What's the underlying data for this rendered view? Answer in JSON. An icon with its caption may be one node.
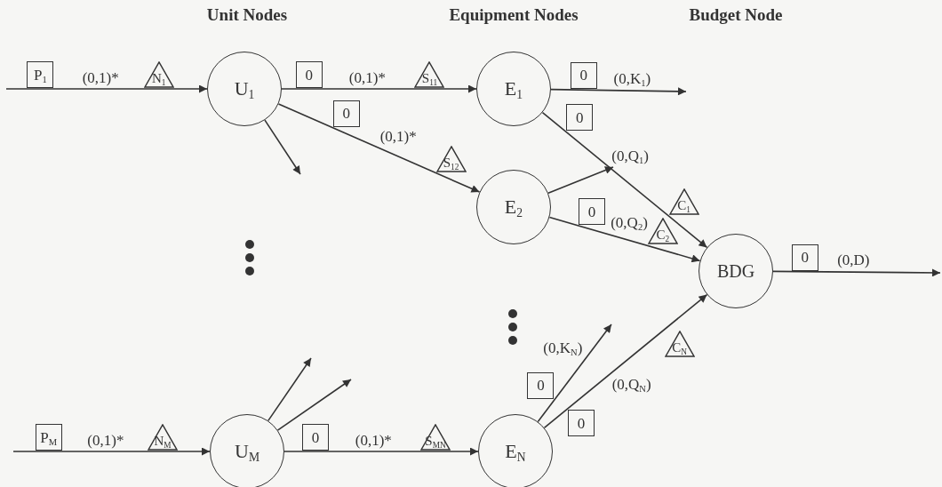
{
  "diagram": {
    "nodes": [
      {
        "text": [
          "U$_{1}$"
        ]
      },
      {
        "text": [
          "E$_{1}$"
        ]
      },
      {
        "text": [
          "E$_{2}$"
        ]
      },
      {
        "text": [
          "BDG"
        ]
      },
      {
        "text": [
          "U$_{M}$"
        ]
      },
      {
        "text": [
          "E$_{N}$"
        ]
      },
      {
        "text": [
          "P$_{1}$"
        ]
      },
      {
        "text": [
          "N$_{1}$"
        ]
      },
      {
        "text": [
          "0"
        ]
      },
      {
        "text": [
          "S$_{11}$"
        ]
      },
      {
        "text": [
          "0"
        ]
      },
      {
        "text": [
          "S$_{12}$"
        ]
      },
      {
        "text": [
          "0"
        ]
      },
      {
        "text": [
          "0"
        ]
      },
      {
        "text": [
          "C$_{1}$"
        ]
      },
      {
        "text": [
          "0"
        ]
      },
      {
        "text": [
          "C$_{2}$"
        ]
      },
      {
        "text": [
          "0"
        ]
      },
      {
        "text": [
          "P$_{M}$"
        ]
      },
      {
        "text": [
          "N$_{M}$"
        ]
      },
      {
        "text": [
          "0"
        ]
      },
      {
        "text": [
          "S$_{MN}$"
        ]
      },
      {
        "text": [
          "0"
        ]
      },
      {
        "text": [
          "0"
        ]
      },
      {
        "text": [
          "C$_{N}$"
        ]
      }
    ],
    "edges": [
      {
        "from": null,
        "to": 0,
        "arrow": "to",
        "label": "(0,1)*"
      },
      {
        "from": 0,
        "to": 1,
        "arrow": "to",
        "label": "(0,1)*"
      },
      {
        "from": 0,
        "to": 2,
        "arrow": "to",
        "label": "(0,1)*"
      },
      {
        "from": 0,
        "to": null,
        "arrow": "to"
      },
      {
        "from": 1,
        "to": null,
        "arrow": "to",
        "label": "(0,K$_{1}$)"
      },
      {
        "from": 1,
        "to": 3,
        "arrow": "to",
        "label": "(0,Q$_{1}$)"
      },
      {
        "from": 2,
        "to": null,
        "arrow": "to"
      },
      {
        "from": 2,
        "to": 3,
        "arrow": "to",
        "label": "(0,Q$_{2}$)"
      },
      {
        "from": 3,
        "to": null,
        "arrow": "to",
        "label": "(0,D)"
      },
      {
        "from": null,
        "to": 4,
        "arrow": "to",
        "label": "(0,1)*"
      },
      {
        "from": 4,
        "to": null,
        "arrow": "to"
      },
      {
        "from": 4,
        "to": null,
        "arrow": "to"
      },
      {
        "from": 4,
        "to": 5,
        "arrow": "to",
        "label": "(0,1)*"
      },
      {
        "from": 5,
        "to": null,
        "arrow": "to",
        "label": "(0,K$_{N}$)"
      },
      {
        "from": 5,
        "to": 3,
        "arrow": "to",
        "label": "(0,Q$_{N}$)"
      }
    ],
    "labels": [
      "Unit Nodes",
      "Equipment Nodes",
      "Budget Node"
    ]
  }
}
